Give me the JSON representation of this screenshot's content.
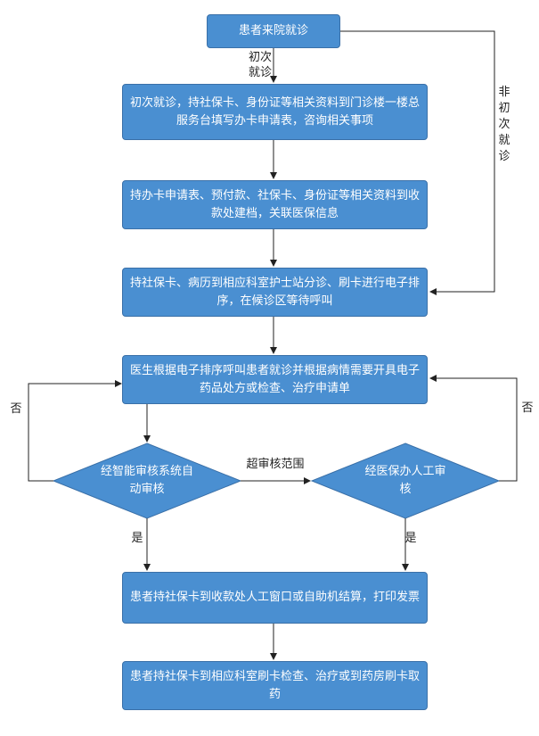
{
  "colors": {
    "node_fill": "#4a8fd1",
    "node_border": "#3a70a8",
    "line": "#222222"
  },
  "nodes": {
    "start": "患者来院就诊",
    "step1": "初次就诊，持社保卡、身份证等相关资料到门诊楼一楼总服务台填写办卡申请表，咨询相关事项",
    "step2": "持办卡申请表、预付款、社保卡、身份证等相关资料到收款处建档，关联医保信息",
    "step3": "持社保卡、病历到相应科室护士站分诊、刷卡进行电子排序，在候诊区等待呼叫",
    "step4": "医生根据电子排序呼叫患者就诊并根据病情需要开具电子药品处方或检查、治疗申请单",
    "decision1": "经智能审核系统自动审核",
    "decision2": "经医保办人工审核",
    "step5": "患者持社保卡到收款处人工窗口或自助机结算，打印发票",
    "step6": "患者持社保卡到相应科室刷卡检查、治疗或到药房刷卡取药"
  },
  "labels": {
    "first_visit": "初次就诊",
    "non_first_visit": "非初次就诊",
    "no_left": "否",
    "no_right": "否",
    "out_of_scope": "超审核范围",
    "yes_left": "是",
    "yes_right": "是"
  }
}
